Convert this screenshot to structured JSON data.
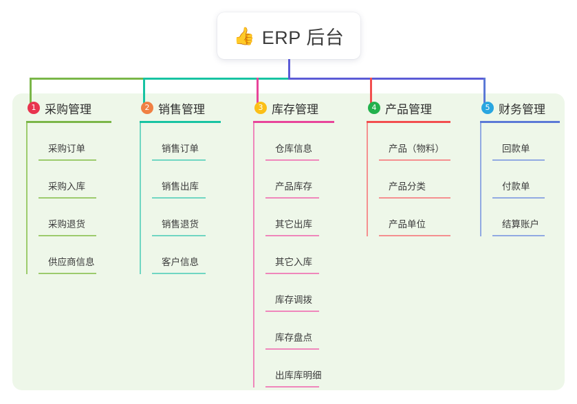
{
  "diagram": {
    "type": "mind-map",
    "root": {
      "icon": "thumbs-up-icon",
      "emoji": "👍",
      "title": "ERP 后台"
    },
    "panel_color": "#eef7e9",
    "bus": {
      "segments": [
        {
          "color": "#7ab648"
        },
        {
          "color": "#17c3a2"
        },
        {
          "color": "#5b5bd6"
        }
      ]
    },
    "branches": [
      {
        "index": "1",
        "title": "采购管理",
        "badge_color": "#e8344e",
        "line_color": "#7ab648",
        "leaf_line_color": "#9ccb6c",
        "items": [
          {
            "label": "采购订单"
          },
          {
            "label": "采购入库"
          },
          {
            "label": "采购退货"
          },
          {
            "label": "供应商信息"
          }
        ]
      },
      {
        "index": "2",
        "title": "销售管理",
        "badge_color": "#f08043",
        "line_color": "#17c3a2",
        "leaf_line_color": "#6fd6c2",
        "items": [
          {
            "label": "销售订单"
          },
          {
            "label": "销售出库"
          },
          {
            "label": "销售退货"
          },
          {
            "label": "客户信息"
          }
        ]
      },
      {
        "index": "3",
        "title": "库存管理",
        "badge_color": "#fbbf17",
        "line_color": "#e8449a",
        "leaf_line_color": "#ef86bb",
        "items": [
          {
            "label": "仓库信息"
          },
          {
            "label": "产品库存"
          },
          {
            "label": "其它出库"
          },
          {
            "label": "其它入库"
          },
          {
            "label": "库存调拨"
          },
          {
            "label": "库存盘点"
          },
          {
            "label": "出库库明细"
          }
        ]
      },
      {
        "index": "4",
        "title": "产品管理",
        "badge_color": "#22b14c",
        "line_color": "#f24e4e",
        "leaf_line_color": "#f58f8f",
        "items": [
          {
            "label": "产品（物料）"
          },
          {
            "label": "产品分类"
          },
          {
            "label": "产品单位"
          }
        ]
      },
      {
        "index": "5",
        "title": "财务管理",
        "badge_color": "#29a6e0",
        "line_color": "#5b79d6",
        "leaf_line_color": "#91a9e2",
        "items": [
          {
            "label": "回款单"
          },
          {
            "label": "付款单"
          },
          {
            "label": "结算账户"
          }
        ]
      }
    ]
  }
}
